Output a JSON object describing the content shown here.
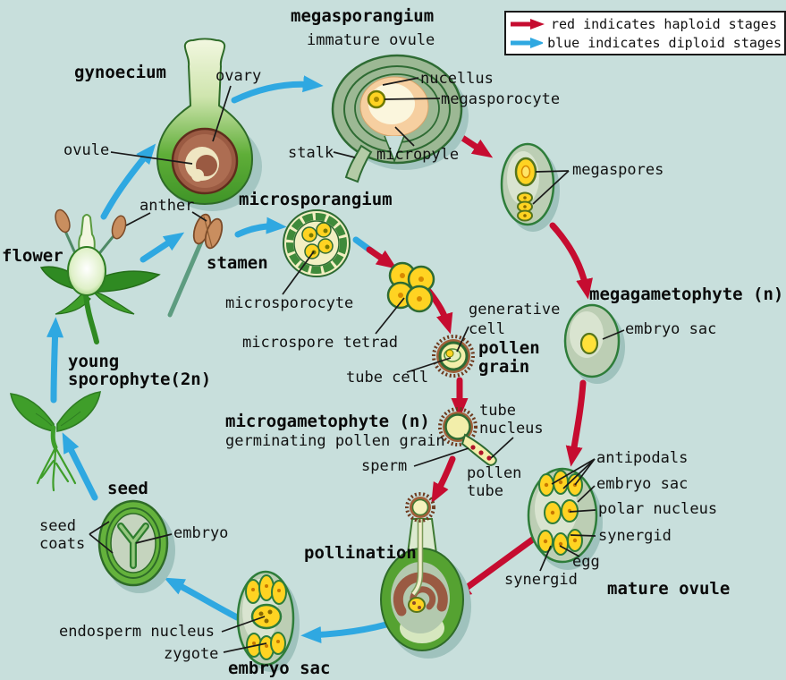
{
  "title": "angiosperm life cycle diagram",
  "colors": {
    "background": "#c8dfdc",
    "haploid_arrow": "#c60c30",
    "diploid_arrow": "#2fa8e1",
    "label_text": "#111111"
  },
  "legend": {
    "haploid_text": "red indicates haploid stages",
    "diploid_text": "blue indicates diploid stages"
  },
  "labels": {
    "megasporangium": "megasporangium",
    "immature_ovule": "immature ovule",
    "nucellus": "nucellus",
    "megasporocyte": "megasporocyte",
    "stalk": "stalk",
    "micropyle": "micropyle",
    "gynoecium": "gynoecium",
    "ovary": "ovary",
    "ovule": "ovule",
    "anther": "anther",
    "flower": "flower",
    "stamen": "stamen",
    "young_sporophyte": "young\nsporophyte(2n)",
    "microsporangium": "microsporangium",
    "microsporocyte": "microsporocyte",
    "microspore_tetrad": "microspore tetrad",
    "tube_cell": "tube cell",
    "generative_cell": "generative\ncell",
    "pollen_grain": "pollen\ngrain",
    "tube_nucleus": "tube\nnucleus",
    "sperm": "sperm",
    "pollen_tube": "pollen\ntube",
    "microgametophyte": "microgametophyte (n)",
    "germinating_pollen_grain": "germinating pollen grain",
    "megaspores": "megaspores",
    "megagametophyte": "megagametophyte (n)",
    "embryo_sac_right": "embryo sac",
    "antipodals": "antipodals",
    "embryo_sac_mature": "embryo sac",
    "polar_nucleus": "polar nucleus",
    "synergid_right": "synergid",
    "egg": "egg",
    "synergid_left": "synergid",
    "mature_ovule": "mature ovule",
    "pollination": "pollination",
    "embryo_sac_bottom": "embryo sac",
    "endosperm_nucleus": "endosperm nucleus",
    "zygote": "zygote",
    "seed": "seed",
    "seed_coats": "seed\ncoats",
    "embryo": "embryo"
  }
}
